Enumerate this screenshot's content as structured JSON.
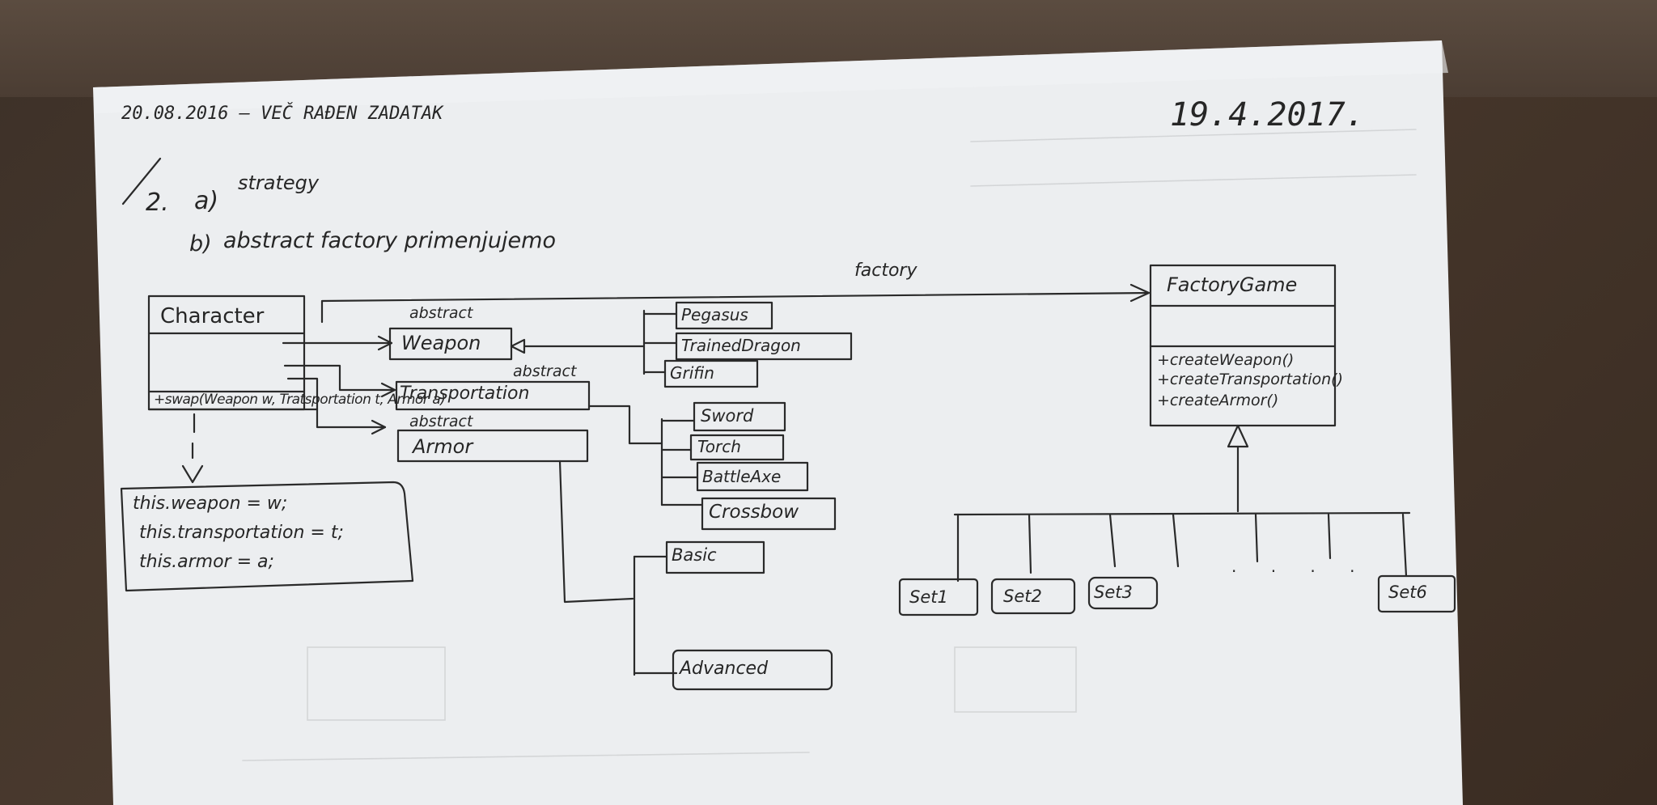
{
  "header": {
    "left_date_note": "20.08.2016 – VEČ RAĐEN ZADATAK",
    "right_date": "19.4.2017."
  },
  "tasks": {
    "item_number": "2.",
    "a_label": "a)",
    "a_text": "strategy",
    "b_label": "b)",
    "b_text": "abstract factory primenjujemo"
  },
  "diagram": {
    "character": {
      "title": "Character",
      "method": "+swap(Weapon w, Tratsportation t, Armor a)"
    },
    "arrow_label_factory": "factory",
    "abstract_weapon_label": "abstract",
    "abstract_transport_label": "abstract",
    "abstract_armor_label": "abstract",
    "weapon": "Weapon",
    "transportation": "Transportation",
    "armor": "Armor",
    "transport_types": [
      "Pegasus",
      "TrainedDragon",
      "Grifin"
    ],
    "weapon_types": [
      "Sword",
      "Torch",
      "BattleAxe",
      "Crossbow"
    ],
    "armor_types": [
      "Basic",
      "Advanced"
    ],
    "swap_body": [
      "this.weapon = w;",
      "this.transportation = t;",
      "this.armor = a;"
    ],
    "factory": {
      "title": "FactoryGame",
      "methods": [
        "+createWeapon()",
        "+createTransportation()",
        "+createArmor()"
      ]
    },
    "sets": [
      "Set1",
      "Set2",
      "Set3",
      "Set6"
    ],
    "ellipsis": ". . . ."
  },
  "colors": {
    "paper": "#eef0f2",
    "ink": "#2a2a2a",
    "desk": "#3d3128"
  }
}
